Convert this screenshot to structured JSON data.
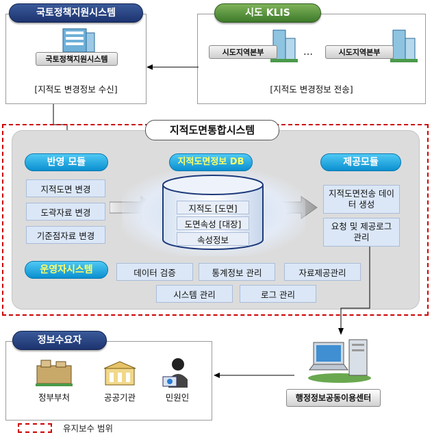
{
  "top_left": {
    "title": "국토정책지원시스템",
    "server_label": "국토정책지원시스템",
    "caption": "[지적도 변경정보 수신]"
  },
  "top_right": {
    "title": "시도 KLIS",
    "server1_label": "시도지역본부",
    "server2_label": "시도지역본부",
    "ellipsis": "…",
    "caption": "[지적도 변경정보 전송]"
  },
  "main": {
    "title": "지적도면통합시스템",
    "reflect_module": {
      "title": "반영 모듈",
      "items": [
        "지적도면 변경",
        "도곽자료 변경",
        "기준점자료 변경"
      ]
    },
    "db": {
      "title": "지적도면정보 DB",
      "items": [
        "지적도 [도면]",
        "도면속성 [대장]",
        "속성정보"
      ]
    },
    "provide_module": {
      "title": "제공모듈",
      "items": [
        "지적도면전송 데이터 생성",
        "요청 및 제공로그 관리"
      ]
    },
    "operator": {
      "title": "운영자시스템",
      "items": [
        "데이터 검증",
        "통계정보 관리",
        "자료제공관리",
        "시스템 관리",
        "로그 관리"
      ]
    }
  },
  "consumers": {
    "title": "정보수요자",
    "items": [
      "정부부처",
      "공공기관",
      "민원인"
    ]
  },
  "center": {
    "label": "행정정보공동이용센터"
  },
  "legend": {
    "label": "유지보수 범위"
  },
  "colors": {
    "dashed_border": "#cc0000",
    "pill_blue": "#1d3470",
    "pill_green": "#3d7a2a",
    "pill_cyan": "#0a8fd0",
    "box_fill": "#dbe7f7"
  }
}
